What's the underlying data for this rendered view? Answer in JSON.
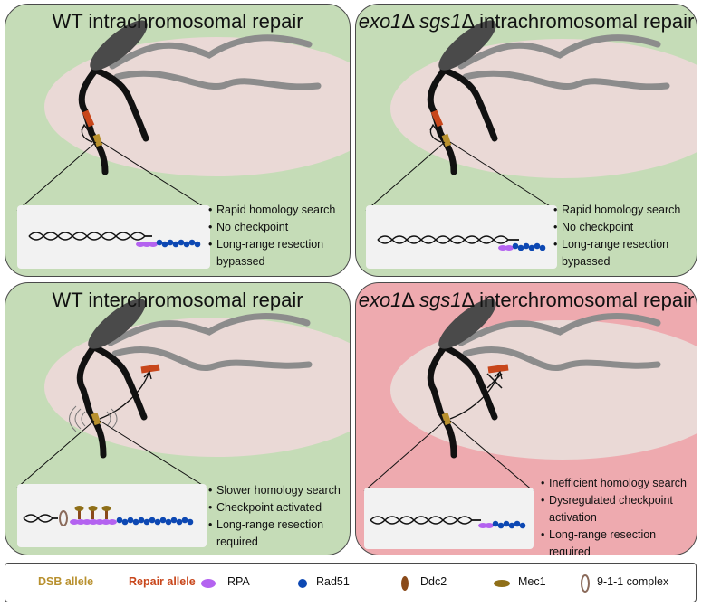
{
  "panels": [
    {
      "title_plain": "WT intrachromosomal repair",
      "title_italic_1": "",
      "title_mid": "",
      "title_italic_2": "",
      "title_rest": "",
      "bullets": [
        "Rapid homology search",
        "No checkpoint",
        "Long-range resection",
        "bypassed"
      ],
      "background": "#c5dcb7"
    },
    {
      "title_plain": "",
      "title_italic_1": "exo1",
      "title_mid": "Δ ",
      "title_italic_2": "sgs1",
      "title_rest": "Δ intrachromosomal repair",
      "bullets": [
        "Rapid homology search",
        "No checkpoint",
        "Long-range resection",
        "bypassed"
      ],
      "background": "#c5dcb7"
    },
    {
      "title_plain": "WT interchromosomal repair",
      "title_italic_1": "",
      "title_mid": "",
      "title_italic_2": "",
      "title_rest": "",
      "bullets": [
        "Slower homology search",
        "Checkpoint activated",
        "Long-range resection",
        "required"
      ],
      "background": "#c5dcb7"
    },
    {
      "title_plain": "",
      "title_italic_1": "exo1",
      "title_mid": "Δ ",
      "title_italic_2": "sgs1",
      "title_rest": "Δ interchromosomal repair",
      "bullets": [
        "Inefficient homology search",
        "Dysregulated checkpoint",
        "activation",
        "Long-range resection",
        "required"
      ],
      "background": "#eeaaaf"
    }
  ],
  "legend": {
    "dsb_allele": "DSB allele",
    "repair_allele": "Repair allele",
    "rpa": "RPA",
    "rad51": "Rad51",
    "ddc2": "Ddc2",
    "mec1": "Mec1",
    "complex_911": "9-1-1 complex"
  },
  "colors": {
    "nucleus": "#ead9d6",
    "spb": "#4a4a4a",
    "chromosome": "#111111",
    "other_chromosome": "#8c8c8c",
    "dsb_allele": "#b8902e",
    "repair_allele": "#c8461b",
    "rpa": "#b463f0",
    "rad51": "#0d48b3",
    "ddc2": "#8a4a1a",
    "mec1": "#8f6f18",
    "inset_bg": "#f2f2f2"
  }
}
